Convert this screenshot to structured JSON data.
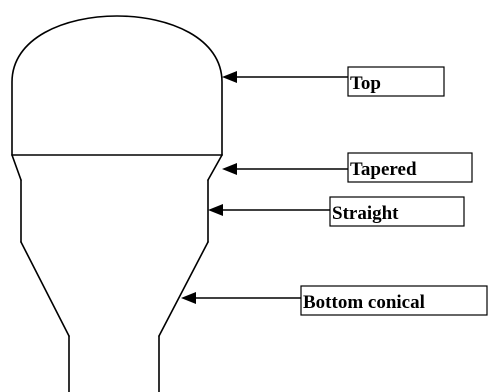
{
  "labels": {
    "top": "Top",
    "tapered": "Tapered",
    "straight": "Straight",
    "bottom_conical": "Bottom conical"
  },
  "colors": {
    "stroke": "#000000",
    "background": "#ffffff"
  }
}
